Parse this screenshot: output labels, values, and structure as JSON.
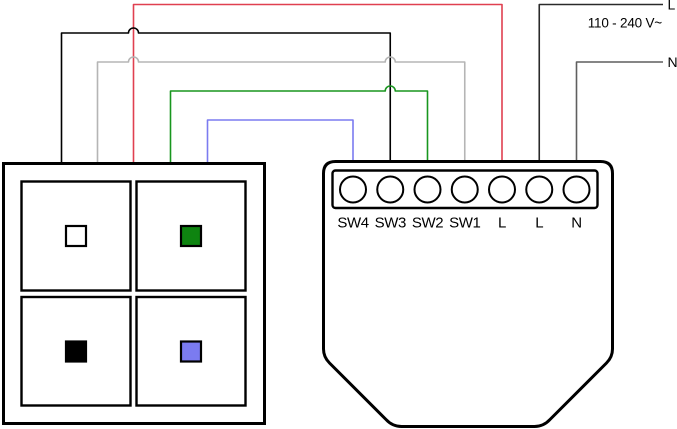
{
  "power": {
    "line": "L",
    "neutral": "N",
    "voltage": "110 - 240 V~"
  },
  "relay": {
    "terminals": [
      "SW4",
      "SW3",
      "SW2",
      "SW1",
      "L",
      "L",
      "N"
    ]
  },
  "switch": {
    "buttons": [
      {
        "position": "top-left",
        "indicator_color": "#ffffff"
      },
      {
        "position": "top-right",
        "indicator_color": "#0e8410"
      },
      {
        "position": "bottom-left",
        "indicator_color": "#000000"
      },
      {
        "position": "bottom-right",
        "indicator_color": "#7b7bf0"
      }
    ]
  },
  "wires": {
    "sw4_blue": "#7b7bf0",
    "sw3_black": "#000000",
    "sw2_green": "#18961e",
    "sw1_gray": "#b5b5b5",
    "live_switch_red": "#e04050",
    "line_feed": "#2a2a2a",
    "neutral_feed": "#5f5f5f"
  }
}
